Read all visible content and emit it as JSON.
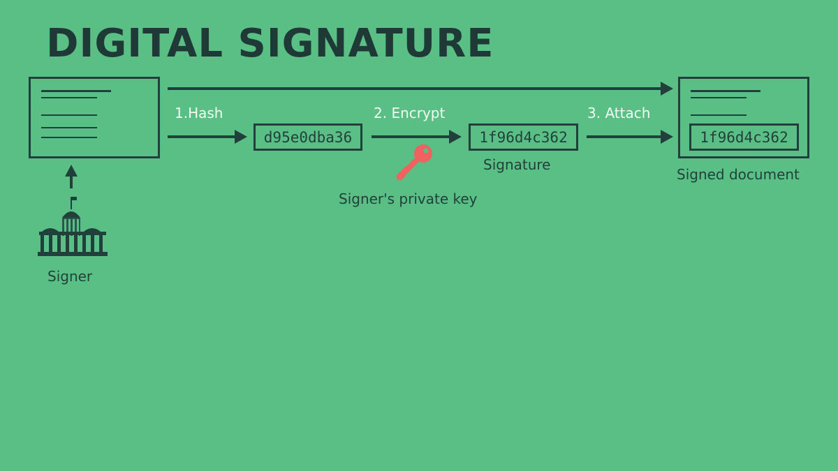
{
  "title": "DIGITAL SIGNATURE",
  "steps": {
    "hash_label": "1.Hash",
    "encrypt_label": "2. Encrypt",
    "attach_label": "3. Attach"
  },
  "hash_value": "d95e0dba36",
  "signature_value": "1f96d4c362",
  "signature_caption": "Signature",
  "signed_doc": {
    "embedded_signature": "1f96d4c362",
    "caption": "Signed document"
  },
  "key_caption": "Signer's private key",
  "signer_caption": "Signer",
  "icons": {
    "key": "key-icon",
    "signer": "government-building-icon",
    "document": "document-icon"
  },
  "colors": {
    "background": "#5abf84",
    "ink": "#22403b",
    "key": "#f0625f",
    "step_text": "#f1fbf4"
  }
}
